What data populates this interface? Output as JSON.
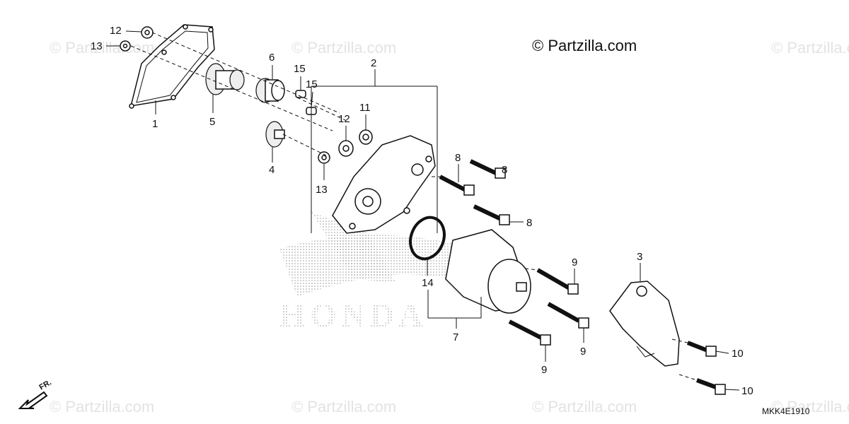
{
  "copyright": "© Partzilla.com",
  "watermark": "© Partzilla.com",
  "logo_text": "HONDA",
  "diagram_code": "MKK4E1910",
  "front_indicator": "FR.",
  "callouts": {
    "c1": "1",
    "c2": "2",
    "c3": "3",
    "c4": "4",
    "c5": "5",
    "c6": "6",
    "c7": "7",
    "c8a": "8",
    "c8b": "8",
    "c8c": "8",
    "c9a": "9",
    "c9b": "9",
    "c9c": "9",
    "c10a": "10",
    "c10b": "10",
    "c11": "11",
    "c12a": "12",
    "c12b": "12",
    "c13a": "13",
    "c13b": "13",
    "c14": "14",
    "c15a": "15",
    "c15b": "15"
  }
}
